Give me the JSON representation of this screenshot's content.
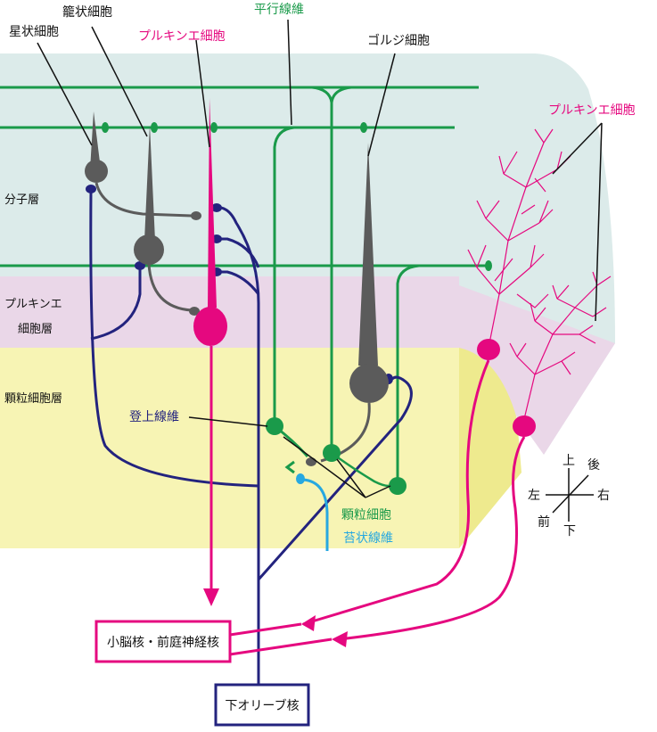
{
  "labels": {
    "stellate": "星状細胞",
    "basket": "籠状細胞",
    "purkinje_top": "プルキンエ細胞",
    "parallel_fiber": "平行線維",
    "golgi": "ゴルジ細胞",
    "purkinje_right": "プルキンエ細胞",
    "molecular_layer": "分子層",
    "purkinje_layer_1": "プルキンエ",
    "purkinje_layer_2": "細胞層",
    "granular_layer": "顆粒細胞層",
    "climbing_fiber": "登上線維",
    "granule_cell": "顆粒細胞",
    "mossy_fiber": "苔状線維",
    "cerebellar_nuclei": "小脳核・前庭神経核",
    "inferior_olive": "下オリーブ核"
  },
  "compass": {
    "up": "上",
    "down": "下",
    "left": "左",
    "right": "右",
    "front": "前",
    "back": "後"
  },
  "colors": {
    "molecular_layer": "#dcebea",
    "purkinje_layer": "#ead7e8",
    "granular_layer": "#f7f4b4",
    "granular_side": "#eeea8e",
    "parallel_fiber": "#1a9a4a",
    "purkinje": "#e5087f",
    "climbing_fiber": "#23237e",
    "mossy_fiber": "#27a8e0",
    "interneuron": "#5b5b5b"
  }
}
